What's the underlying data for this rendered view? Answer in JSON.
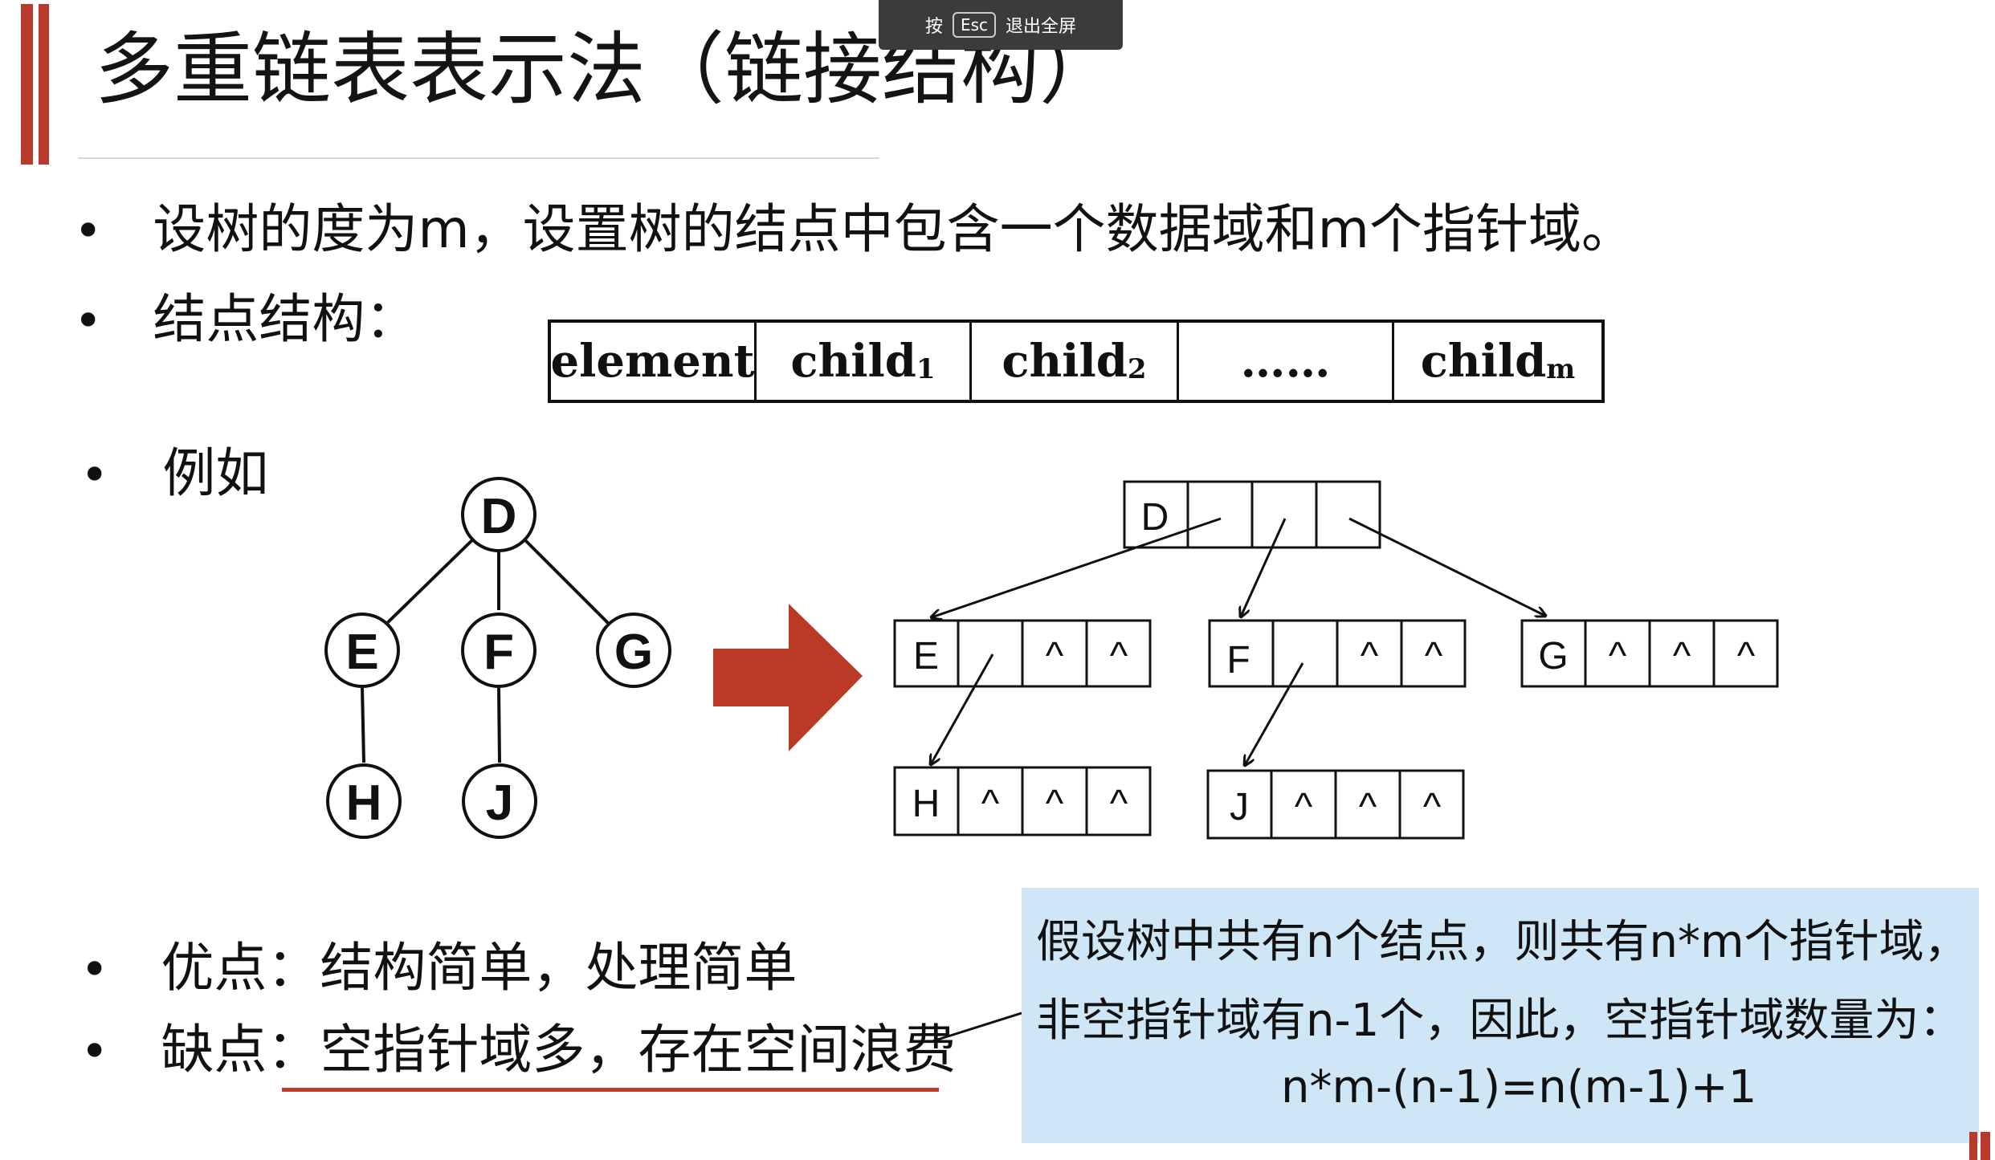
{
  "title": "多重链表表示法（链接结构）",
  "esc_hint": {
    "prefix": "按",
    "key": "Esc",
    "suffix": "退出全屏"
  },
  "bullets": {
    "b1": "设树的度为m，设置树的结点中包含一个数据域和m个指针域。",
    "b2": "结点结构：",
    "b3": "例如",
    "b4": "优点：结构简单，处理简单",
    "b5_prefix": "缺点：",
    "b5_rest": "空指针域多，存在空间浪费",
    "bullet_char": "•"
  },
  "node_structure": {
    "fields": [
      {
        "name": "element",
        "sub": ""
      },
      {
        "name": "child",
        "sub": "1"
      },
      {
        "name": "child",
        "sub": "2"
      },
      {
        "name": "……",
        "sub": ""
      },
      {
        "name": "child",
        "sub": "m"
      }
    ]
  },
  "tree": {
    "nodes": [
      "D",
      "E",
      "F",
      "G",
      "H",
      "J"
    ]
  },
  "linked": {
    "rows": [
      {
        "id": "D",
        "cells": [
          "D",
          "",
          "",
          ""
        ]
      },
      {
        "id": "E",
        "cells": [
          "E",
          "",
          "^",
          "^"
        ]
      },
      {
        "id": "F",
        "cells": [
          "F",
          "",
          "^",
          "^"
        ]
      },
      {
        "id": "G",
        "cells": [
          "G",
          "^",
          "^",
          "^"
        ]
      },
      {
        "id": "H",
        "cells": [
          "H",
          "^",
          "^",
          "^"
        ]
      },
      {
        "id": "J",
        "cells": [
          "J",
          "^",
          "^",
          "^"
        ]
      }
    ]
  },
  "note": {
    "line1": "假设树中共有n个结点，则共有n*m个指针域，",
    "line2": "非空指针域有n-1个，因此，空指针域数量为：",
    "line3": "n*m-(n-1)=n(m-1)+1"
  },
  "colors": {
    "accent": "#b93a2a",
    "arrow": "#c0392b",
    "note_bg": "#cfe6f6"
  }
}
